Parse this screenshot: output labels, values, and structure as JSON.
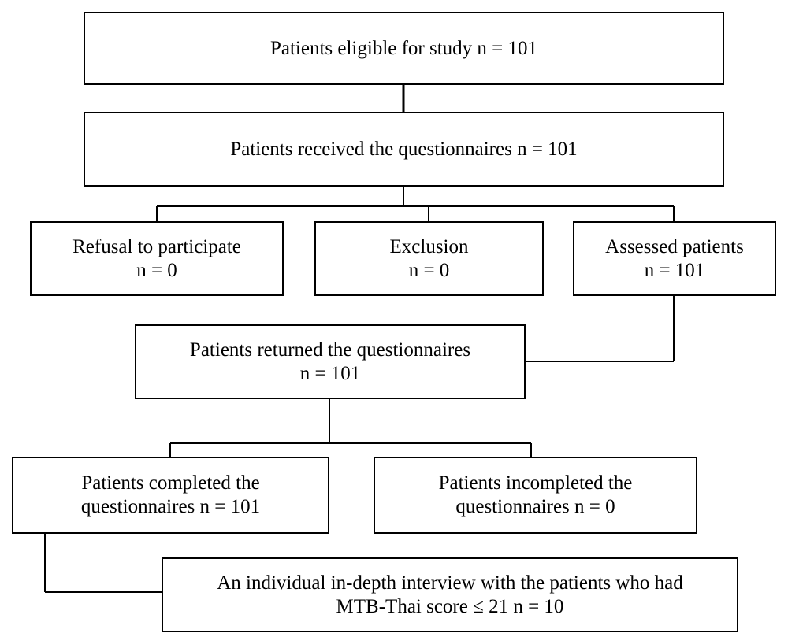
{
  "nodes": {
    "eligible": {
      "lines": [
        "Patients eligible for study n = 101"
      ]
    },
    "received": {
      "lines": [
        "Patients received the questionnaires n = 101"
      ]
    },
    "refusal": {
      "lines": [
        "Refusal to participate",
        "n = 0"
      ]
    },
    "exclusion": {
      "lines": [
        "Exclusion",
        "n = 0"
      ]
    },
    "assessed": {
      "lines": [
        "Assessed patients",
        "n = 101"
      ]
    },
    "returned": {
      "lines": [
        "Patients returned the questionnaires",
        "n = 101"
      ]
    },
    "completed": {
      "lines": [
        "Patients completed the",
        "questionnaires n = 101"
      ]
    },
    "incompleted": {
      "lines": [
        "Patients incompleted the",
        "questionnaires n = 0"
      ]
    },
    "interview": {
      "lines": [
        "An individual in-depth interview with the patients who had",
        "MTB-Thai score ≤ 21 n = 10"
      ]
    }
  },
  "colors": {
    "stroke": "#000000",
    "background": "#ffffff"
  }
}
